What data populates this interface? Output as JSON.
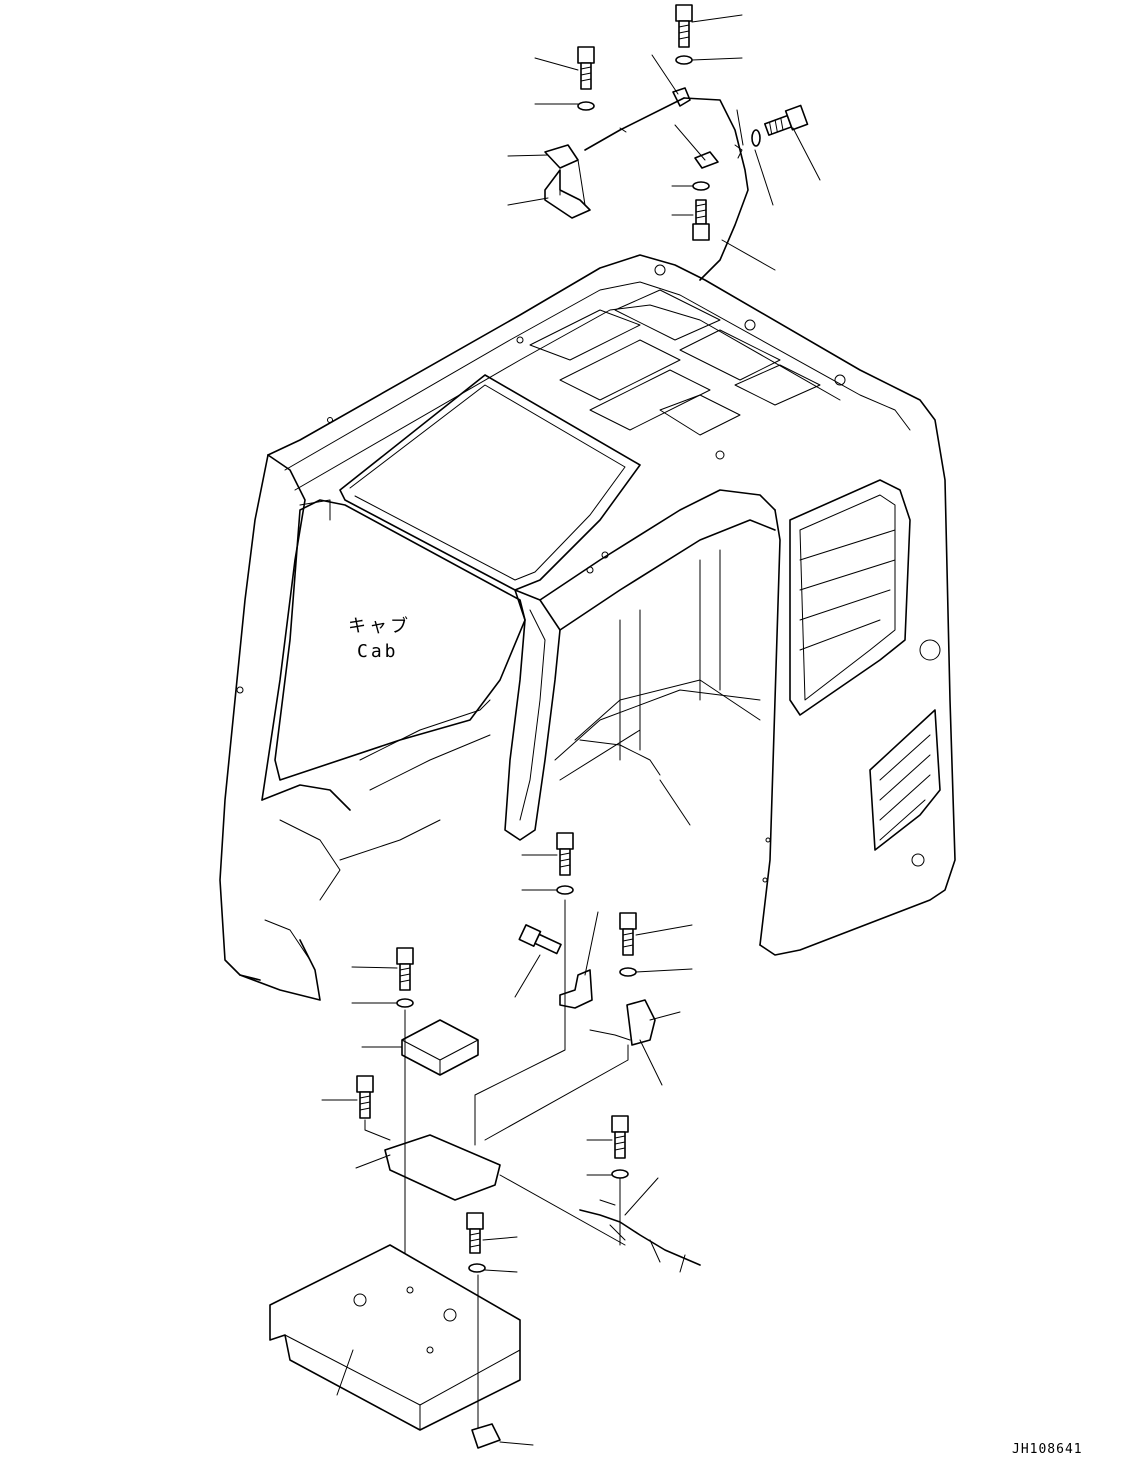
{
  "labels": {
    "cab_jp": "キャブ",
    "cab_en": "Cab",
    "drawing_id": "JH108641"
  },
  "colors": {
    "ink": "#000000",
    "paper": "#ffffff"
  }
}
